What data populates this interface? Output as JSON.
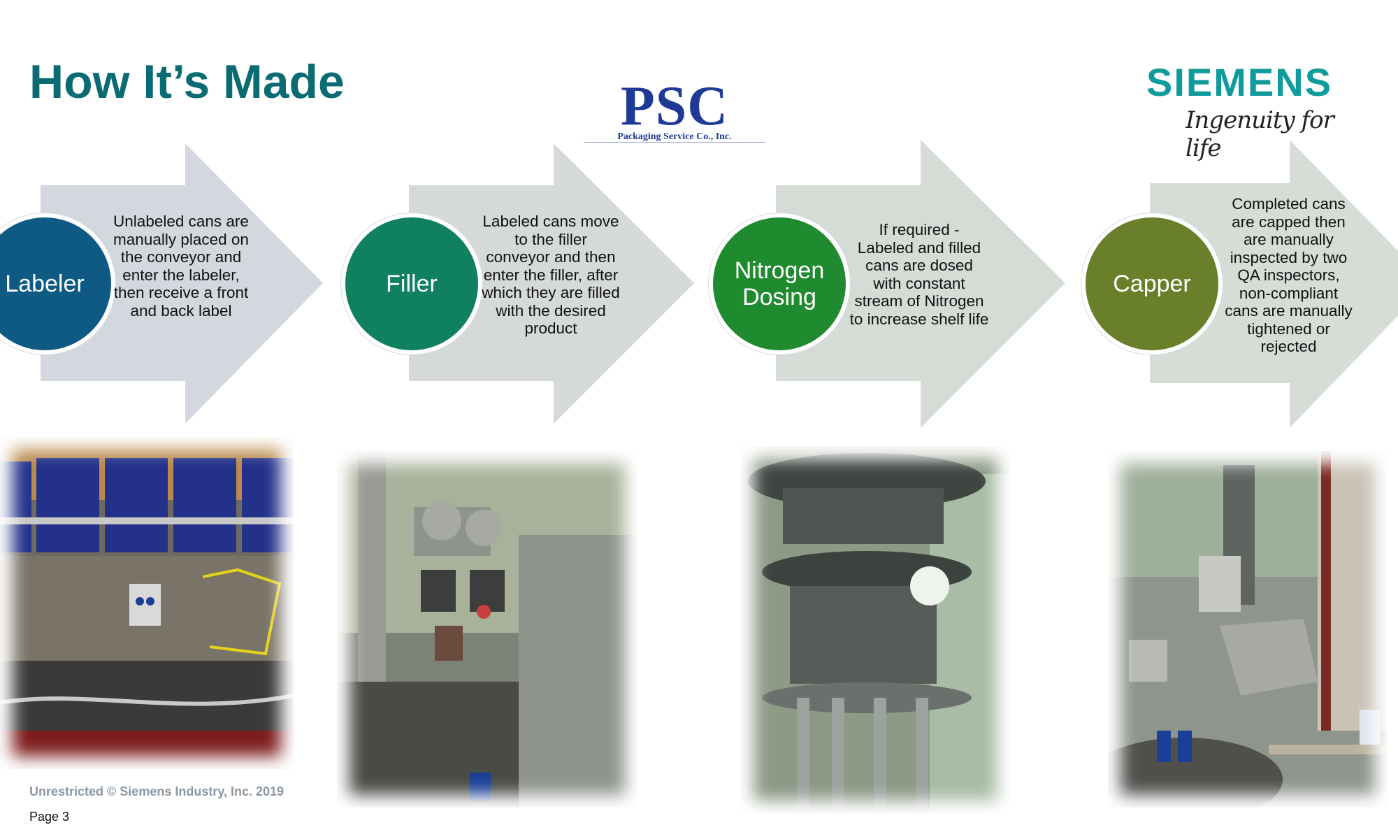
{
  "slide": {
    "title": "How It’s Made",
    "logos": {
      "psc_mark": "PSC",
      "psc_subtitle": "Packaging Service Co., Inc.",
      "siemens_word": "SIEMENS",
      "siemens_tagline": "Ingenuity for life"
    },
    "steps": [
      {
        "name": "Labeler",
        "description": "Unlabeled cans are manually placed on the conveyor and enter the labeler, then receive a front and back label",
        "color": "#0f5a84",
        "photo_icon": "labeler-photo"
      },
      {
        "name": "Filler",
        "description": "Labeled cans move to the filler conveyor and then enter the filler, after which they are filled with the desired product",
        "color": "#108160",
        "photo_icon": "filler-photo"
      },
      {
        "name": "Nitrogen Dosing",
        "description": "If required - Labeled and filled cans are dosed with constant stream of Nitrogen to increase shelf life",
        "color": "#1f8a2e",
        "photo_icon": "nitrogen-dosing-photo"
      },
      {
        "name": "Capper",
        "description": "Completed cans are capped then are manually inspected by two QA inspectors, non-compliant cans are manually tightened or rejected",
        "color": "#6a7f2a",
        "photo_icon": "capper-photo"
      }
    ],
    "arrow_colors": [
      "#d3d8df",
      "#d5dad7",
      "#d5dcd6",
      "#d6ddd6"
    ],
    "footer": {
      "copyright": "Unrestricted © Siemens Industry, Inc. 2019",
      "page": "Page 3"
    }
  }
}
